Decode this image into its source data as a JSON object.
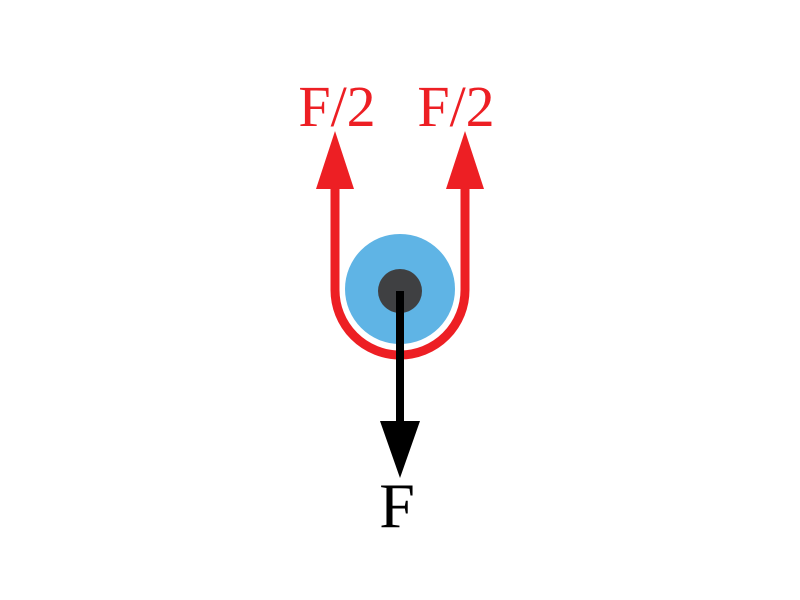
{
  "diagram": {
    "labels": {
      "left_rope_tension": "F/2",
      "right_rope_tension": "F/2",
      "applied_force": "F"
    },
    "colors": {
      "rope": "#ed1f24",
      "tension_label": "#ed1f24",
      "pulley_wheel": "#5fb4e5",
      "pulley_axle": "#3f4042",
      "force_arrow": "#000000",
      "force_label": "#000000",
      "background": "#ffffff"
    }
  }
}
